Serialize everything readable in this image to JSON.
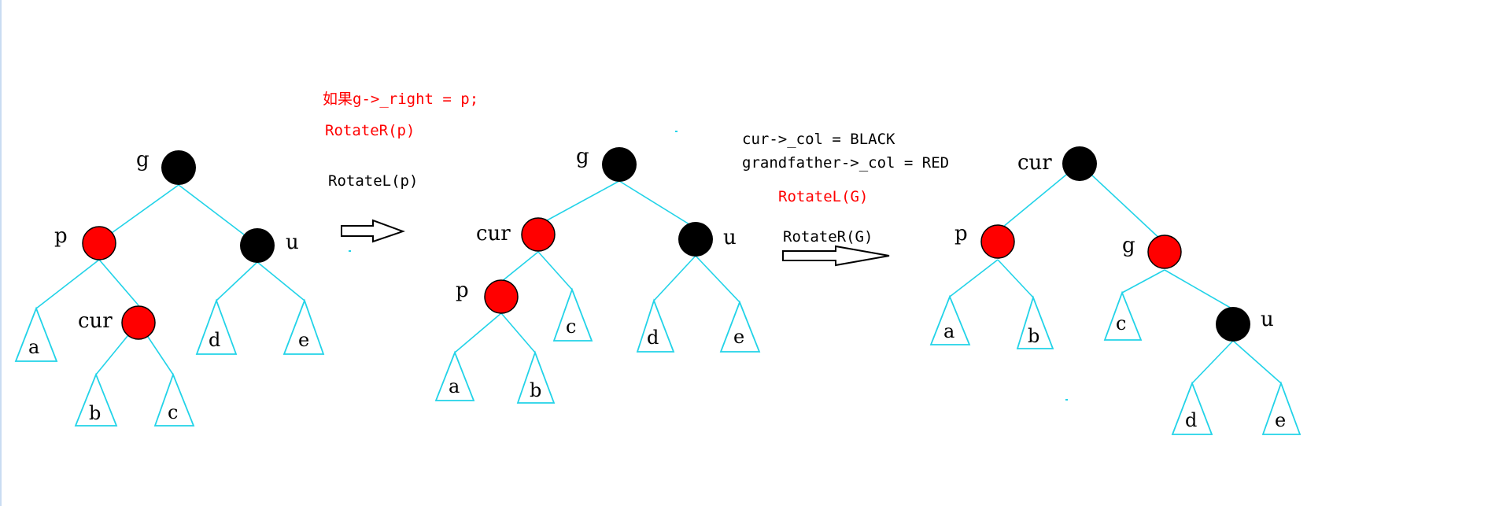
{
  "diagram": {
    "notes": {
      "n1": "如果g->_right = p;",
      "n2": "RotateR(p)",
      "n3": "RotateL(p)",
      "n4": "cur->_col = BLACK",
      "n5": "grandfather->_col = RED",
      "n6": "RotateL(G)",
      "n7": "RotateR(G)"
    },
    "colors": {
      "red_node": "#ff0000",
      "black_node": "#000000",
      "edge": "#22d3e8",
      "note_red": "#ff0000",
      "note_black": "#000000"
    },
    "tree1": {
      "nodes": [
        {
          "id": "t1-g",
          "label": "g",
          "color": "black"
        },
        {
          "id": "t1-p",
          "label": "p",
          "color": "red"
        },
        {
          "id": "t1-u",
          "label": "u",
          "color": "black"
        },
        {
          "id": "t1-cur",
          "label": "cur",
          "color": "red"
        }
      ],
      "subtrees": [
        "a",
        "b",
        "c",
        "d",
        "e"
      ]
    },
    "tree2": {
      "nodes": [
        {
          "id": "t2-g",
          "label": "g",
          "color": "black"
        },
        {
          "id": "t2-cur",
          "label": "cur",
          "color": "red"
        },
        {
          "id": "t2-u",
          "label": "u",
          "color": "black"
        },
        {
          "id": "t2-p",
          "label": "p",
          "color": "red"
        }
      ],
      "subtrees": [
        "a",
        "b",
        "c",
        "d",
        "e"
      ]
    },
    "tree3": {
      "nodes": [
        {
          "id": "t3-cur",
          "label": "cur",
          "color": "black"
        },
        {
          "id": "t3-p",
          "label": "p",
          "color": "red"
        },
        {
          "id": "t3-g",
          "label": "g",
          "color": "red"
        },
        {
          "id": "t3-u",
          "label": "u",
          "color": "black"
        }
      ],
      "subtrees": [
        "a",
        "b",
        "c",
        "d",
        "e"
      ]
    }
  }
}
